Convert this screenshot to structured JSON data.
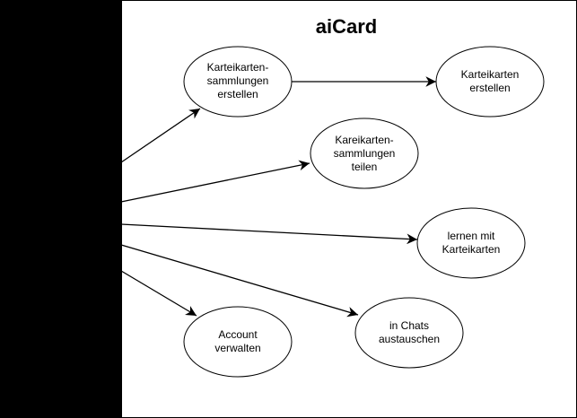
{
  "diagram": {
    "title": "aiCard",
    "colors": {
      "background": "#000000",
      "system_fill": "#ffffff",
      "stroke": "#000000",
      "text": "#000000"
    },
    "use_cases": [
      {
        "id": "uc-create-collections",
        "lines": [
          "Karteikarten-",
          "sammlungen",
          "erstellen"
        ]
      },
      {
        "id": "uc-create-cards",
        "lines": [
          "Karteikarten",
          "erstellen"
        ]
      },
      {
        "id": "uc-share-collections",
        "lines": [
          "Kareikarten-",
          "sammlungen",
          "teilen"
        ]
      },
      {
        "id": "uc-learn",
        "lines": [
          "lernen mit",
          "Karteikarten"
        ]
      },
      {
        "id": "uc-chat",
        "lines": [
          "in Chats",
          "austauschen"
        ]
      },
      {
        "id": "uc-account",
        "lines": [
          "Account",
          "verwalten"
        ]
      }
    ],
    "connections": [
      {
        "from": "actor",
        "to": "uc-create-collections"
      },
      {
        "from": "actor",
        "to": "uc-share-collections"
      },
      {
        "from": "actor",
        "to": "uc-learn"
      },
      {
        "from": "actor",
        "to": "uc-chat"
      },
      {
        "from": "actor",
        "to": "uc-account"
      },
      {
        "from": "uc-create-collections",
        "to": "uc-create-cards"
      }
    ]
  }
}
